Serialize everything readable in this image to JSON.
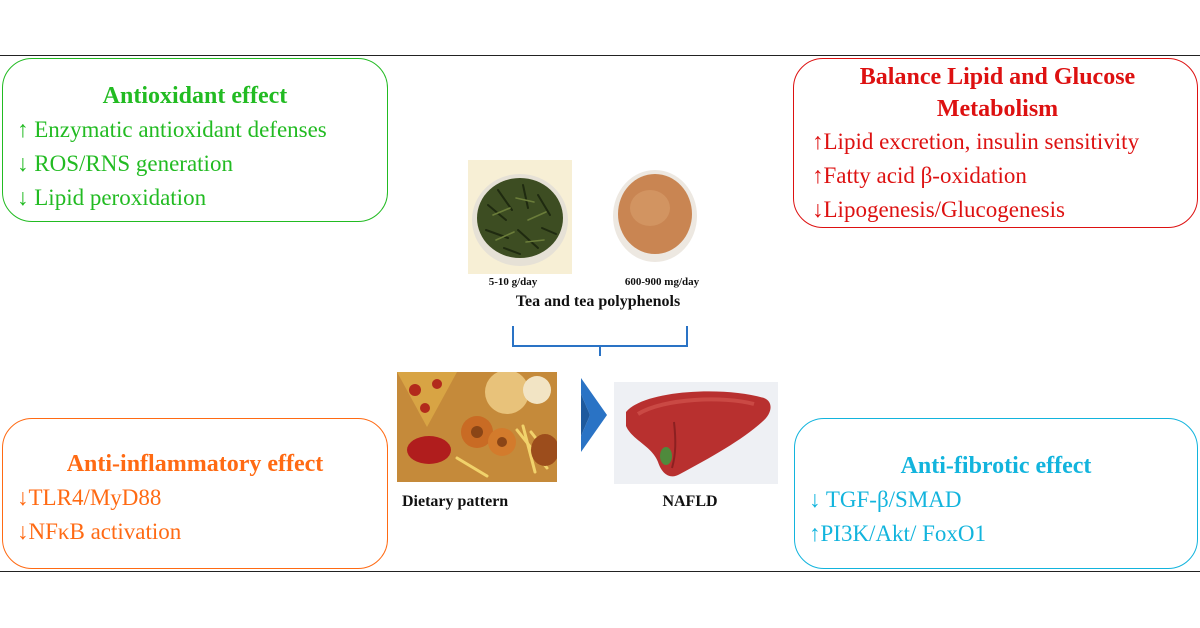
{
  "boxes": {
    "antioxidant": {
      "title": "Antioxidant effect",
      "lines": [
        "↑ Enzymatic antioxidant defenses",
        "↓ ROS/RNS generation",
        "↓ Lipid peroxidation"
      ]
    },
    "lipid_glucose": {
      "title_lines": [
        "Balance Lipid and Glucose",
        "Metabolism"
      ],
      "lines": [
        "↑Lipid excretion, insulin sensitivity",
        "↑Fatty acid β-oxidation",
        "↓Lipogenesis/Glucogenesis"
      ]
    },
    "anti_inflammatory": {
      "title": "Anti-inflammatory effect",
      "lines": [
        "↓TLR4/MyD88",
        "↓NFκB activation"
      ]
    },
    "anti_fibrotic": {
      "title": "Anti-fibrotic effect",
      "lines": [
        "↓ TGF-β/SMAD",
        "↑PI3K/Akt/ FoxO1"
      ]
    }
  },
  "center": {
    "tea_leaf_dose": "5-10 g/day",
    "tea_powder_dose": "600-900 mg/day",
    "tea_caption": "Tea and tea polyphenols",
    "diet_caption": "Dietary pattern",
    "liver_caption": "NAFLD"
  },
  "colors": {
    "green": "#22bb22",
    "red": "#dd1111",
    "orange": "#ff6a13",
    "blue": "#12b4dd",
    "bracket": "#2a73c5",
    "arrow": "#2a73c5",
    "liver": "#b8302f"
  }
}
